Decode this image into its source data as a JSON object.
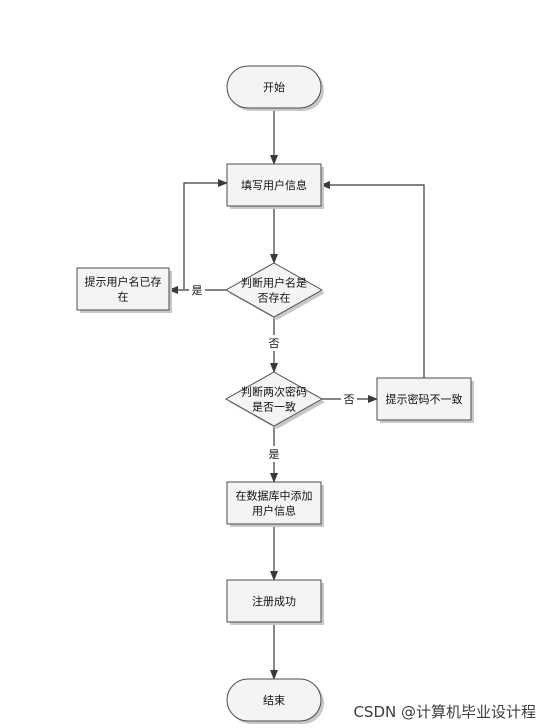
{
  "diagram": {
    "nodes": [
      {
        "id": "start",
        "kind": "terminal",
        "lines": [
          "开始"
        ]
      },
      {
        "id": "fill_info",
        "kind": "process",
        "lines": [
          "填写用户信息"
        ]
      },
      {
        "id": "check_username",
        "kind": "decision",
        "lines": [
          "判断用户名是",
          "否存在"
        ]
      },
      {
        "id": "msg_user_exists",
        "kind": "process",
        "lines": [
          "提示用户名已存",
          "在"
        ]
      },
      {
        "id": "check_password",
        "kind": "decision",
        "lines": [
          "判断两次密码",
          "是否一致"
        ]
      },
      {
        "id": "msg_password_mismatch",
        "kind": "process",
        "lines": [
          "提示密码不一致"
        ]
      },
      {
        "id": "add_user",
        "kind": "process",
        "lines": [
          "在数据库中添加",
          "用户信息"
        ]
      },
      {
        "id": "register_ok",
        "kind": "process",
        "lines": [
          "注册成功"
        ]
      },
      {
        "id": "end",
        "kind": "terminal",
        "lines": [
          "结束"
        ]
      }
    ],
    "edges": [
      {
        "from": "start",
        "to": "fill_info",
        "label": ""
      },
      {
        "from": "fill_info",
        "to": "check_username",
        "label": ""
      },
      {
        "from": "check_username",
        "to": "msg_user_exists",
        "label": "是"
      },
      {
        "from": "msg_user_exists",
        "to": "fill_info",
        "label": ""
      },
      {
        "from": "check_username",
        "to": "check_password",
        "label": "否"
      },
      {
        "from": "check_password",
        "to": "msg_password_mismatch",
        "label": "否"
      },
      {
        "from": "msg_password_mismatch",
        "to": "fill_info",
        "label": ""
      },
      {
        "from": "check_password",
        "to": "add_user",
        "label": "是"
      },
      {
        "from": "add_user",
        "to": "register_ok",
        "label": ""
      },
      {
        "from": "register_ok",
        "to": "end",
        "label": ""
      }
    ]
  },
  "watermark": {
    "text": "CSDN @计算机毕业设计程"
  }
}
